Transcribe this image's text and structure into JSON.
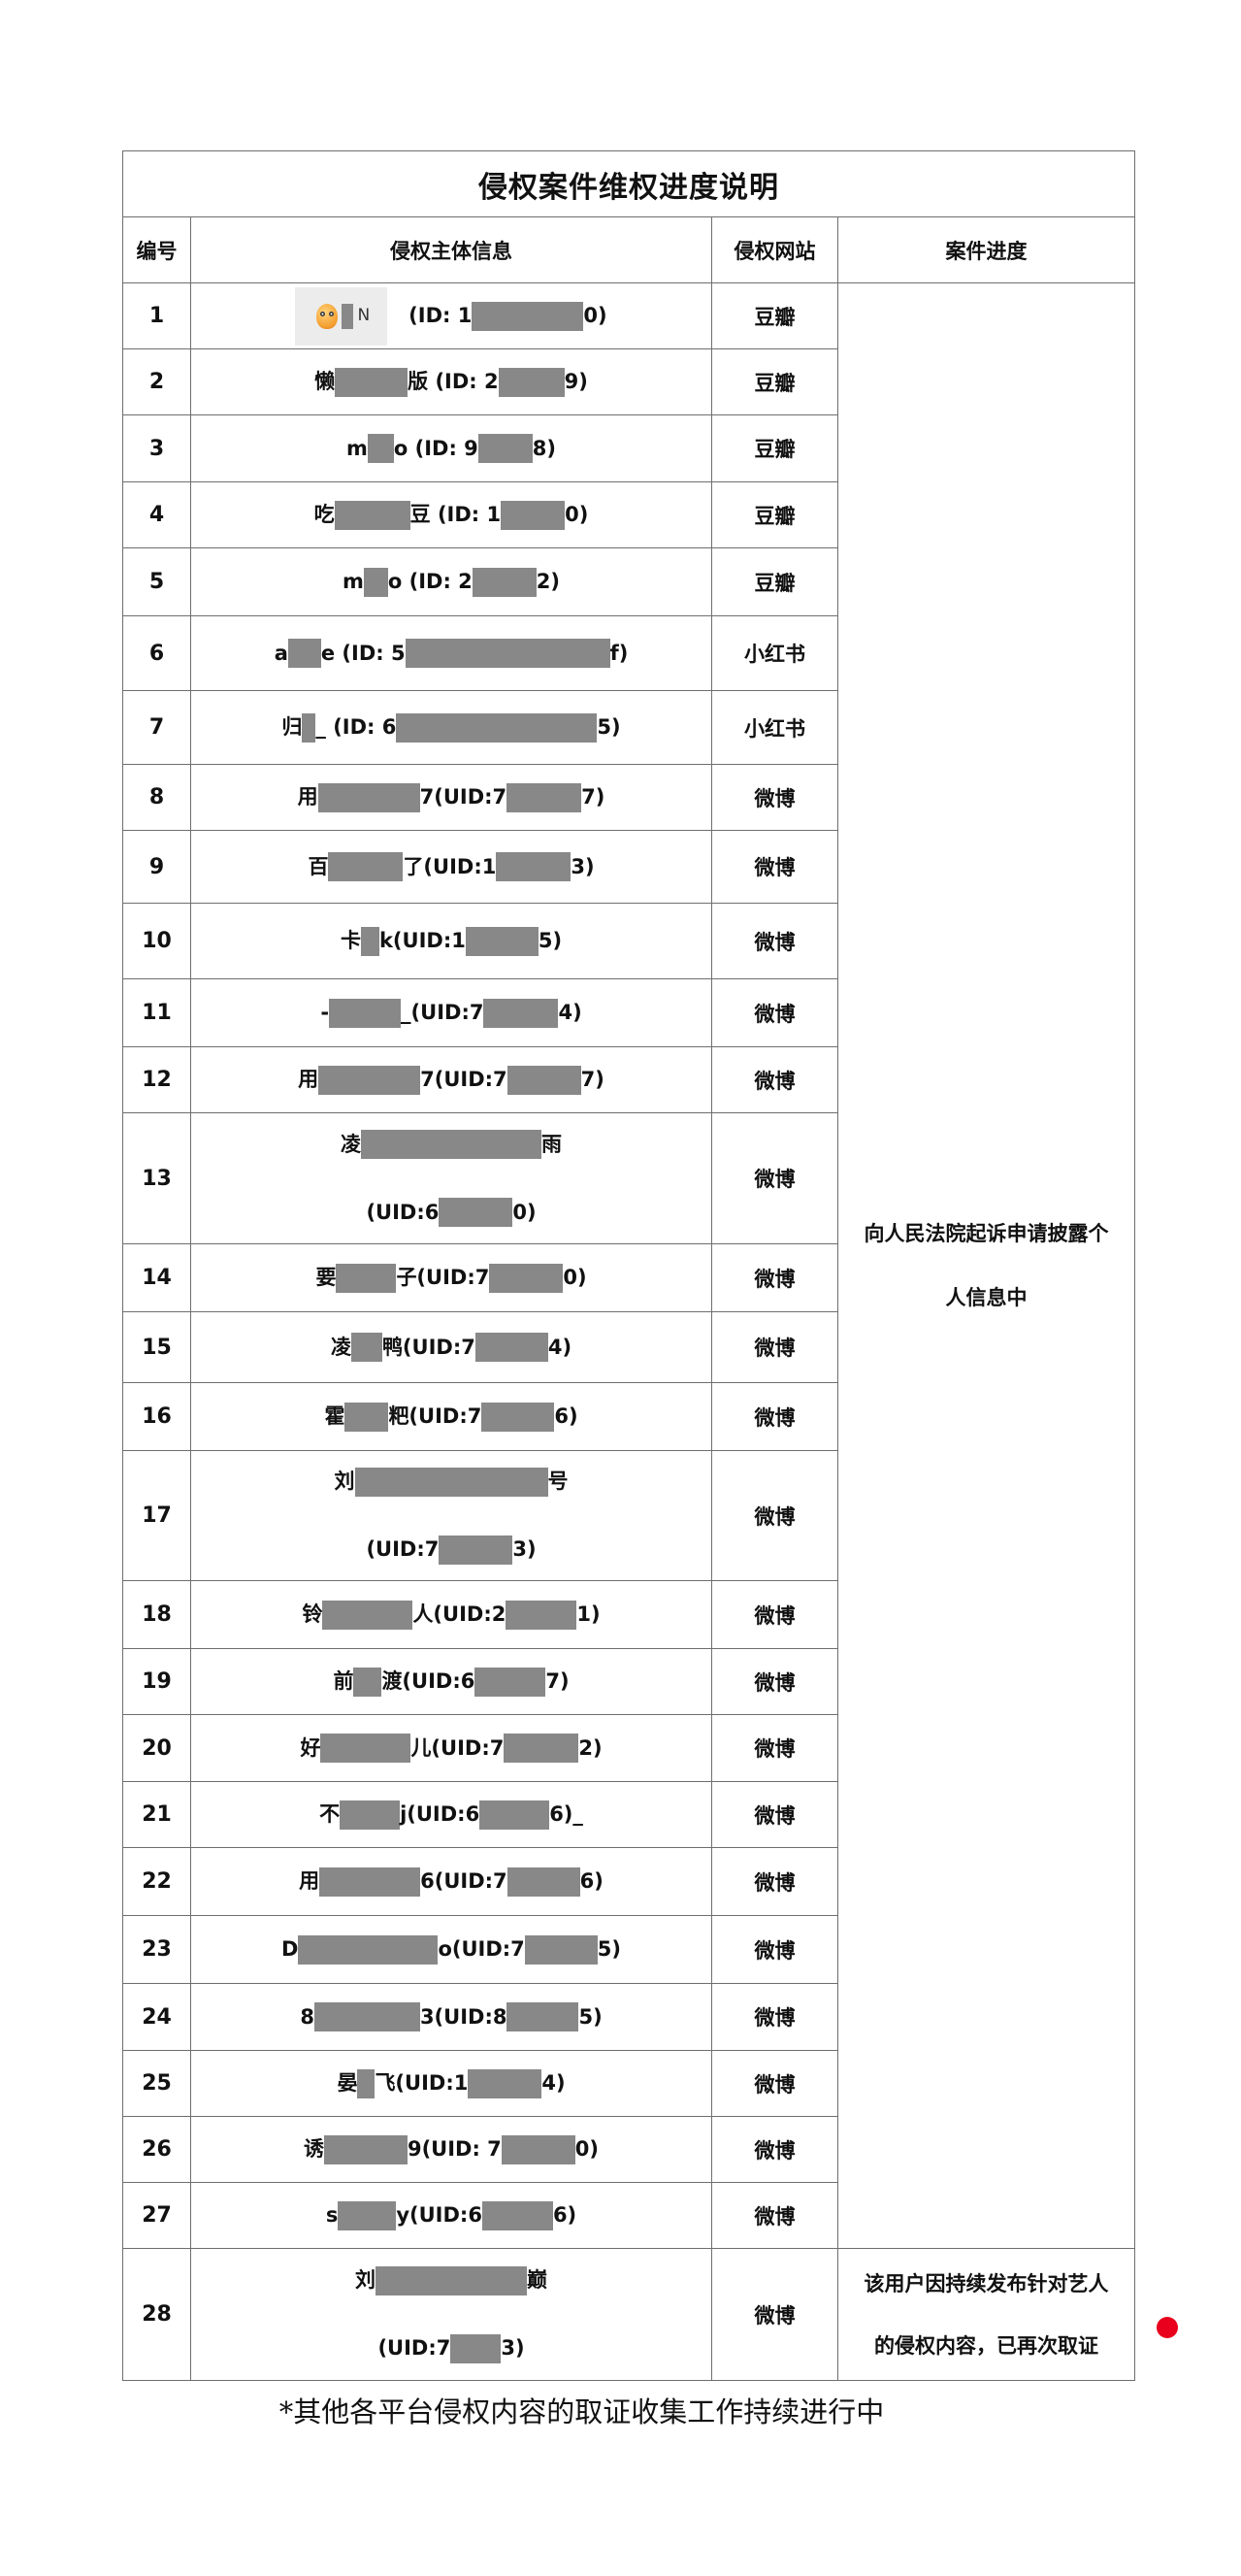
{
  "document": {
    "title": "侵权案件维权进度说明",
    "headers": {
      "number": "编号",
      "subject": "侵权主体信息",
      "site": "侵权网站",
      "progress": "案件进度"
    },
    "colors": {
      "border": "#6e6e6e",
      "redaction": "#888888",
      "chip_bg": "#ececec",
      "marker": "#e8001c"
    },
    "rows": [
      {
        "no": "1",
        "site": "豆瓣",
        "height": 68,
        "lines": [
          [
            {
              "chip": true,
              "chip_text": "N"
            },
            {
              "t": "(ID: 1"
            },
            {
              "r": 115
            },
            {
              "t": "0)"
            }
          ]
        ]
      },
      {
        "no": "2",
        "site": "豆瓣",
        "height": 68,
        "lines": [
          [
            {
              "t": "懒"
            },
            {
              "r": 75
            },
            {
              "t": "版 (ID: 2"
            },
            {
              "r": 68
            },
            {
              "t": "9)"
            }
          ]
        ]
      },
      {
        "no": "3",
        "site": "豆瓣",
        "height": 69,
        "lines": [
          [
            {
              "t": "m"
            },
            {
              "r": 27
            },
            {
              "t": "o (ID: 9"
            },
            {
              "r": 56
            },
            {
              "t": "8)"
            }
          ]
        ]
      },
      {
        "no": "4",
        "site": "豆瓣",
        "height": 68,
        "lines": [
          [
            {
              "t": "吃"
            },
            {
              "r": 78
            },
            {
              "t": "豆 (ID: 1"
            },
            {
              "r": 66
            },
            {
              "t": "0)"
            }
          ]
        ]
      },
      {
        "no": "5",
        "site": "豆瓣",
        "height": 70,
        "lines": [
          [
            {
              "t": "m"
            },
            {
              "r": 25
            },
            {
              "t": "o (ID: 2"
            },
            {
              "r": 66
            },
            {
              "t": "2)"
            }
          ]
        ]
      },
      {
        "no": "6",
        "site": "小红书",
        "height": 77,
        "lines": [
          [
            {
              "t": "a"
            },
            {
              "r": 34
            },
            {
              "t": "e (ID: 5"
            },
            {
              "r": 211
            },
            {
              "t": "f)"
            }
          ]
        ]
      },
      {
        "no": "7",
        "site": "小红书",
        "height": 76,
        "lines": [
          [
            {
              "t": "归"
            },
            {
              "r": 14
            },
            {
              "t": "_ (ID: 6"
            },
            {
              "r": 207
            },
            {
              "t": "5)"
            }
          ]
        ]
      },
      {
        "no": "8",
        "site": "微博",
        "height": 68,
        "lines": [
          [
            {
              "t": "用"
            },
            {
              "r": 105
            },
            {
              "t": "7(UID:7"
            },
            {
              "r": 77
            },
            {
              "t": "7)"
            }
          ]
        ]
      },
      {
        "no": "9",
        "site": "微博",
        "height": 75,
        "lines": [
          [
            {
              "t": "百"
            },
            {
              "r": 77
            },
            {
              "t": "了(UID:1"
            },
            {
              "r": 77
            },
            {
              "t": "3)"
            }
          ]
        ]
      },
      {
        "no": "10",
        "site": "微博",
        "height": 78,
        "lines": [
          [
            {
              "t": "卡"
            },
            {
              "r": 19
            },
            {
              "t": "k(UID:1"
            },
            {
              "r": 75
            },
            {
              "t": "5)"
            }
          ]
        ]
      },
      {
        "no": "11",
        "site": "微博",
        "height": 70,
        "lines": [
          [
            {
              "t": "-"
            },
            {
              "r": 74
            },
            {
              "t": "_(UID:7"
            },
            {
              "r": 77
            },
            {
              "t": "4)"
            }
          ]
        ]
      },
      {
        "no": "12",
        "site": "微博",
        "height": 68,
        "lines": [
          [
            {
              "t": "用"
            },
            {
              "r": 105
            },
            {
              "t": "7(UID:7"
            },
            {
              "r": 76
            },
            {
              "t": "7)"
            }
          ]
        ]
      },
      {
        "no": "13",
        "site": "微博",
        "height": 135,
        "lines": [
          [
            {
              "t": "凌"
            },
            {
              "r": 186
            },
            {
              "t": "雨"
            }
          ],
          [
            {
              "t": "(UID:6"
            },
            {
              "r": 76
            },
            {
              "t": "0)"
            }
          ]
        ]
      },
      {
        "no": "14",
        "site": "微博",
        "height": 70,
        "lines": [
          [
            {
              "t": "要"
            },
            {
              "r": 62
            },
            {
              "t": "子(UID:7"
            },
            {
              "r": 76
            },
            {
              "t": "0)"
            }
          ]
        ]
      },
      {
        "no": "15",
        "site": "微博",
        "height": 73,
        "lines": [
          [
            {
              "t": "凌"
            },
            {
              "r": 32
            },
            {
              "t": "鸭(UID:7"
            },
            {
              "r": 75
            },
            {
              "t": "4)"
            }
          ]
        ]
      },
      {
        "no": "16",
        "site": "微博",
        "height": 70,
        "lines": [
          [
            {
              "t": "霍"
            },
            {
              "r": 45
            },
            {
              "t": "粑(UID:7"
            },
            {
              "r": 75
            },
            {
              "t": "6)"
            }
          ]
        ]
      },
      {
        "no": "17",
        "site": "微博",
        "height": 134,
        "lines": [
          [
            {
              "t": "刘"
            },
            {
              "r": 199
            },
            {
              "t": "号"
            }
          ],
          [
            {
              "t": "(UID:7"
            },
            {
              "r": 76
            },
            {
              "t": "3)"
            }
          ]
        ]
      },
      {
        "no": "18",
        "site": "微博",
        "height": 70,
        "lines": [
          [
            {
              "t": "铃"
            },
            {
              "r": 93
            },
            {
              "t": "人(UID:2"
            },
            {
              "r": 73
            },
            {
              "t": "1)"
            }
          ]
        ]
      },
      {
        "no": "19",
        "site": "微博",
        "height": 68,
        "lines": [
          [
            {
              "t": "前"
            },
            {
              "r": 29
            },
            {
              "t": "渡(UID:6"
            },
            {
              "r": 73
            },
            {
              "t": "7)"
            }
          ]
        ]
      },
      {
        "no": "20",
        "site": "微博",
        "height": 69,
        "lines": [
          [
            {
              "t": "好"
            },
            {
              "r": 93
            },
            {
              "t": "儿(UID:7"
            },
            {
              "r": 77
            },
            {
              "t": "2)"
            }
          ]
        ]
      },
      {
        "no": "21",
        "site": "微博",
        "height": 68,
        "lines": [
          [
            {
              "t": "不"
            },
            {
              "r": 62
            },
            {
              "t": "j(UID:6"
            },
            {
              "r": 72
            },
            {
              "t": "6)_"
            }
          ]
        ]
      },
      {
        "no": "22",
        "site": "微博",
        "height": 70,
        "lines": [
          [
            {
              "t": "用"
            },
            {
              "r": 104
            },
            {
              "t": "6(UID:7"
            },
            {
              "r": 75
            },
            {
              "t": "6)"
            }
          ]
        ]
      },
      {
        "no": "23",
        "site": "微博",
        "height": 70,
        "lines": [
          [
            {
              "t": "D"
            },
            {
              "r": 144
            },
            {
              "t": "o(UID:7"
            },
            {
              "r": 75
            },
            {
              "t": "5)"
            }
          ]
        ]
      },
      {
        "no": "24",
        "site": "微博",
        "height": 69,
        "lines": [
          [
            {
              "t": "8"
            },
            {
              "r": 109
            },
            {
              "t": "3(UID:8"
            },
            {
              "r": 74
            },
            {
              "t": "5)"
            }
          ]
        ]
      },
      {
        "no": "25",
        "site": "微博",
        "height": 68,
        "lines": [
          [
            {
              "t": "晏"
            },
            {
              "r": 18
            },
            {
              "t": "飞(UID:1"
            },
            {
              "r": 76
            },
            {
              "t": "4)"
            }
          ]
        ]
      },
      {
        "no": "26",
        "site": "微博",
        "height": 68,
        "lines": [
          [
            {
              "t": "诱"
            },
            {
              "r": 86
            },
            {
              "t": "9(UID: 7"
            },
            {
              "r": 76
            },
            {
              "t": "0)"
            }
          ]
        ]
      },
      {
        "no": "27",
        "site": "微博",
        "height": 68,
        "lines": [
          [
            {
              "t": "s"
            },
            {
              "r": 60
            },
            {
              "t": "y(UID:6"
            },
            {
              "r": 73
            },
            {
              "t": "6)"
            }
          ]
        ]
      },
      {
        "no": "28",
        "site": "微博",
        "height": 136,
        "lines": [
          [
            {
              "t": "刘"
            },
            {
              "r": 156
            },
            {
              "t": "巅"
            }
          ],
          [
            {
              "t": "(UID:7"
            },
            {
              "r": 52
            },
            {
              "t": "3)"
            }
          ]
        ]
      }
    ],
    "progress_groups": [
      {
        "rows_from": 1,
        "rows_to": 27,
        "lines": [
          "向人民法院起诉申请披露个",
          "人信息中"
        ]
      },
      {
        "rows_from": 28,
        "rows_to": 28,
        "lines": [
          "该用户因持续发布针对艺人",
          "的侵权内容，已再次取证"
        ]
      }
    ],
    "footer_note": "*其他各平台侵权内容的取证收集工作持续进行中"
  }
}
